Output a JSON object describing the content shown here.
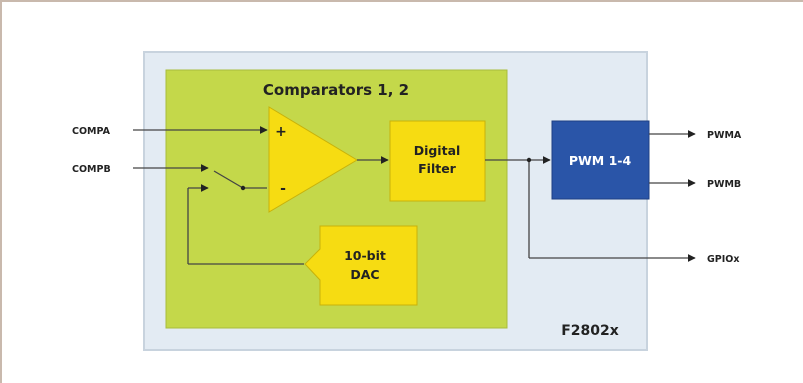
{
  "diagram": {
    "chip_label": "F2802x",
    "comparator_block_title": "Comparators 1, 2",
    "filter_label_line1": "Digital",
    "filter_label_line2": "Filter",
    "pwm_label": "PWM 1-4",
    "dac_label_line1": "10-bit",
    "dac_label_line2": "DAC",
    "plus_sign": "+",
    "minus_sign": "-",
    "inputs": [
      "COMPA",
      "COMPB"
    ],
    "outputs": [
      "PWMA",
      "PWMB",
      "GPIOx"
    ]
  },
  "colors": {
    "chip_bg": "#e3ebf3",
    "chip_border": "#c8d3de",
    "comparator_bg": "#c4d84a",
    "yellow_block": "#f6dc12",
    "pwm_block": "#2a55a8",
    "wire": "#444444",
    "text": "#222222",
    "frame_border": "#c9b9ad"
  }
}
